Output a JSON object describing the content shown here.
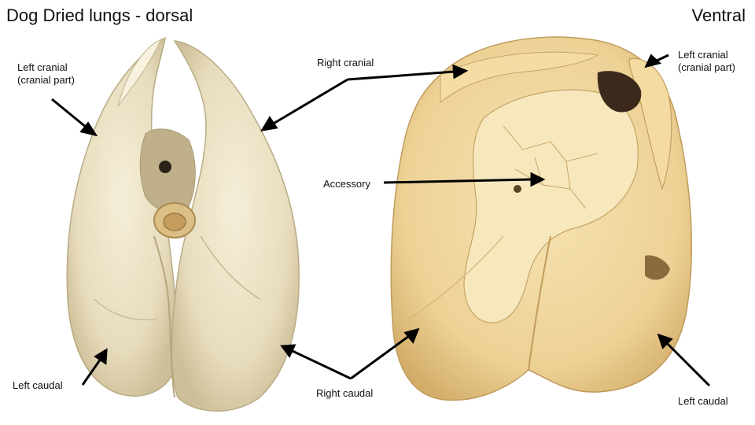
{
  "titles": {
    "left": "Dog Dried lungs - dorsal",
    "right": "Ventral"
  },
  "labels": {
    "dorsal_left_cranial": [
      "Left cranial",
      "(cranial part)"
    ],
    "right_cranial": "Right cranial",
    "accessory": "Accessory",
    "ventral_left_cranial": [
      "Left cranial",
      "(cranial part)"
    ],
    "dorsal_left_caudal": "Left caudal",
    "right_caudal": "Right caudal",
    "ventral_left_caudal": "Left caudal"
  },
  "colors": {
    "dorsal_specimen": "#ede4c9",
    "dorsal_shadow": "#c9bd98",
    "ventral_specimen": "#efd59a",
    "ventral_shadow": "#caa86a",
    "trachea": "#d9b97a",
    "dark_tissue": "#3b2a1c",
    "arrow": "#000000",
    "background": "#ffffff"
  }
}
